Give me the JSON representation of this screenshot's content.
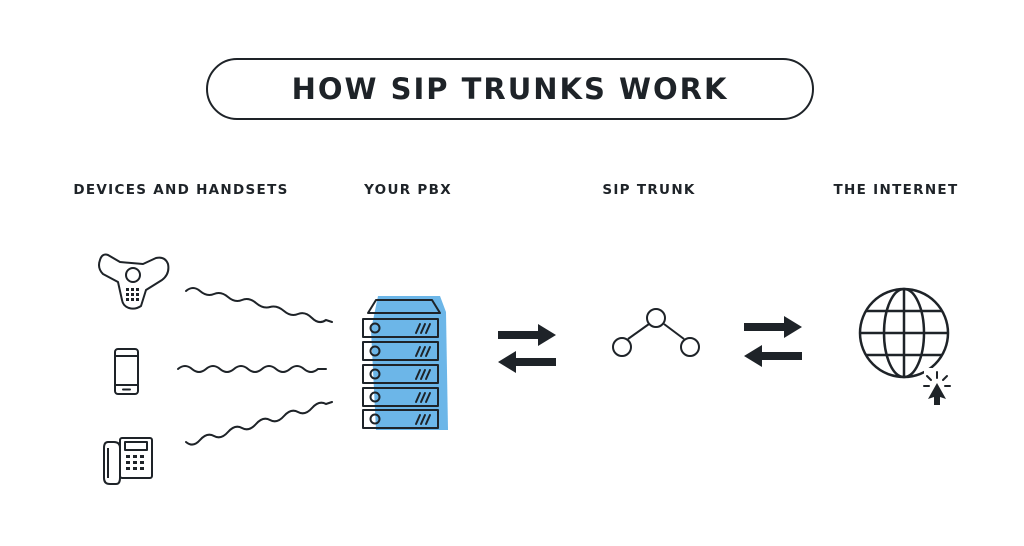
{
  "title": "HOW SIP TRUNKS WORK",
  "columns": [
    {
      "label": "DEVICES AND HANDSETS"
    },
    {
      "label": "YOUR PBX"
    },
    {
      "label": "SIP TRUNK"
    },
    {
      "label": "THE INTERNET"
    }
  ],
  "devices": {
    "icons": [
      "conference-phone-icon",
      "mobile-phone-icon",
      "desk-phone-icon"
    ]
  },
  "colors": {
    "ink": "#1e2328",
    "pbx_accent": "#6cb6e8",
    "background": "#ffffff"
  }
}
